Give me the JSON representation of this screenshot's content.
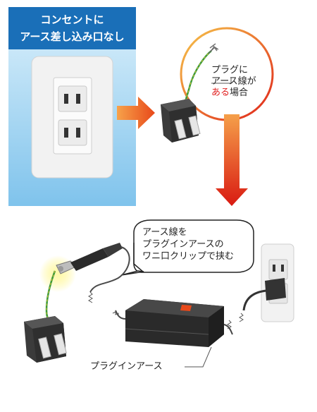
{
  "panel_title": [
    "コンセントに",
    "アース差し込み口なし"
  ],
  "circle_label": {
    "line1": "プラグに",
    "line2": "アース線が",
    "line3_red": "ある",
    "line3_rest": "場合"
  },
  "bubble": [
    "アース線を",
    "プラグインアースの",
    "ワニ口クリップで挟む"
  ],
  "device_label": "プラグインアース",
  "colors": {
    "panel_blue": "#1a6fb8",
    "arrow_orange": "#f26a1b",
    "arrow_red": "#d91a12",
    "highlight_yellow": "#fff36b",
    "ground_green": "#3a9a3a"
  }
}
